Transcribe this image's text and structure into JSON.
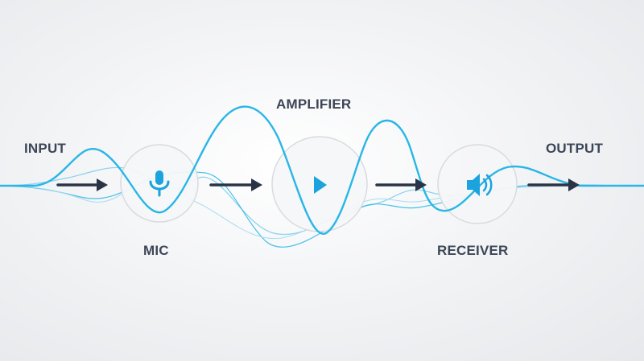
{
  "diagram": {
    "stages": [
      {
        "id": "input",
        "label": "INPUT"
      },
      {
        "id": "mic",
        "label": "MIC",
        "icon": "microphone-icon"
      },
      {
        "id": "amplifier",
        "label": "AMPLIFIER",
        "icon": "play-icon"
      },
      {
        "id": "receiver",
        "label": "RECEIVER",
        "icon": "speaker-icon"
      },
      {
        "id": "output",
        "label": "OUTPUT"
      }
    ],
    "colors": {
      "wave": "#29b6e6",
      "wave_light": "#8fd4ee",
      "arrow": "#2b3446",
      "label": "#3d4657",
      "icon": "#1aa3dd",
      "node_fill": "#f5f6f8",
      "node_stroke": "#d6d9de"
    }
  }
}
